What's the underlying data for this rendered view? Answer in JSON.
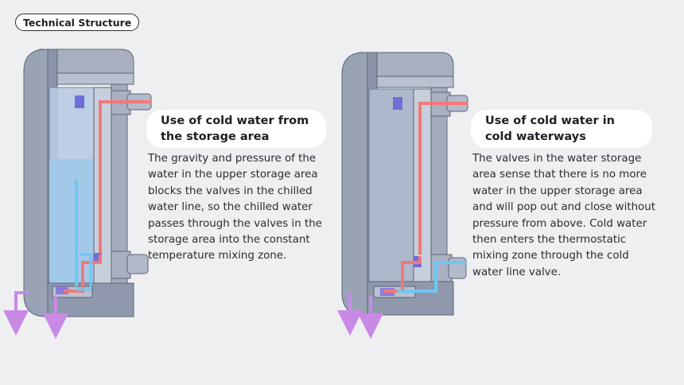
{
  "header": {
    "tag_label": "Technical Structure"
  },
  "panels": [
    {
      "title": "Use of cold water from the storage area",
      "description": "The gravity and pressure of the water in the upper storage area blocks the valves in the chilled water line, so the chilled water passes through the valves in the storage area into the constant temperature mixing zone."
    },
    {
      "title": "Use of cold water in cold waterways",
      "description": "The valves in the water storage area sense that there is no more water in the upper storage area and will pop out and close without pressure from above. Cold water then enters the thermostatic mixing zone through the cold water line valve."
    }
  ],
  "colors": {
    "background": "#eeeff1",
    "body": "#9aa3b6",
    "body_dark": "#7e889c",
    "hot_flow": "#f2787a",
    "cold_flow": "#6fc6f2",
    "mixed_flow": "#c98ae6",
    "valve": "#6f6fd8"
  }
}
